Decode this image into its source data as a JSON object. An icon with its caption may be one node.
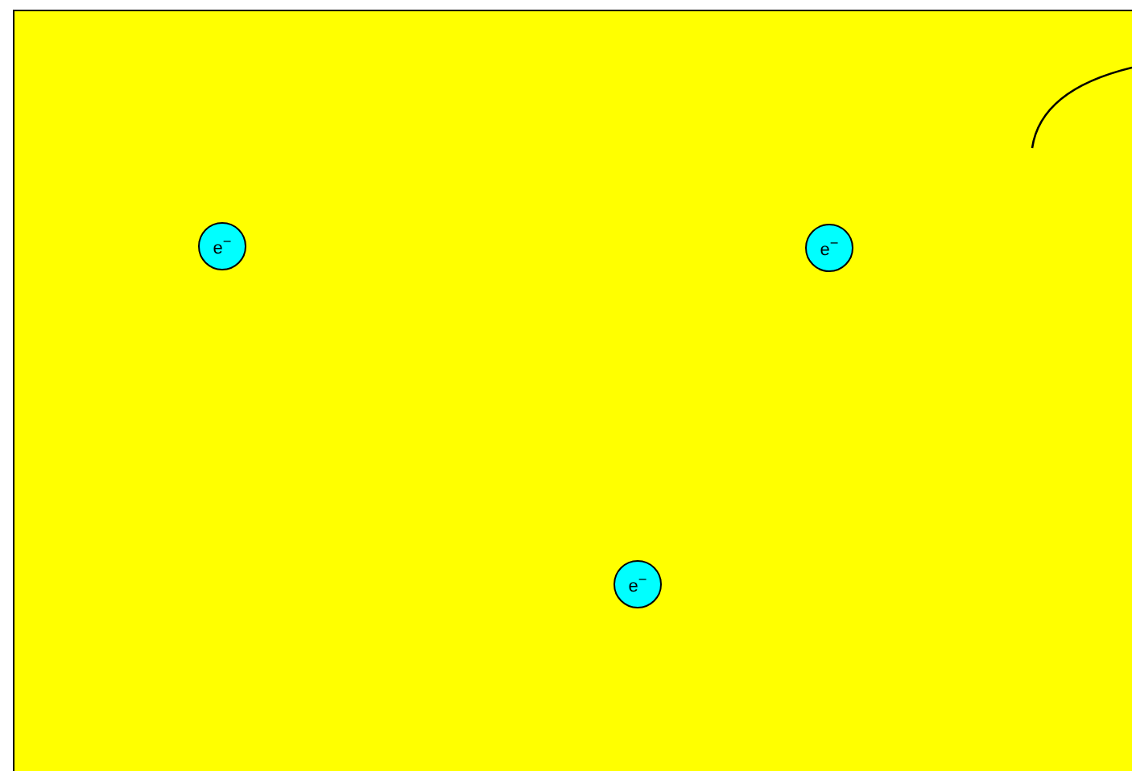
{
  "diagram": {
    "nodes": [
      {
        "text": [
          "e$^{−}$"
        ]
      },
      {
        "text": [
          "e$^{−}$"
        ]
      },
      {
        "text": [
          "e$^{−}$"
        ]
      }
    ]
  }
}
